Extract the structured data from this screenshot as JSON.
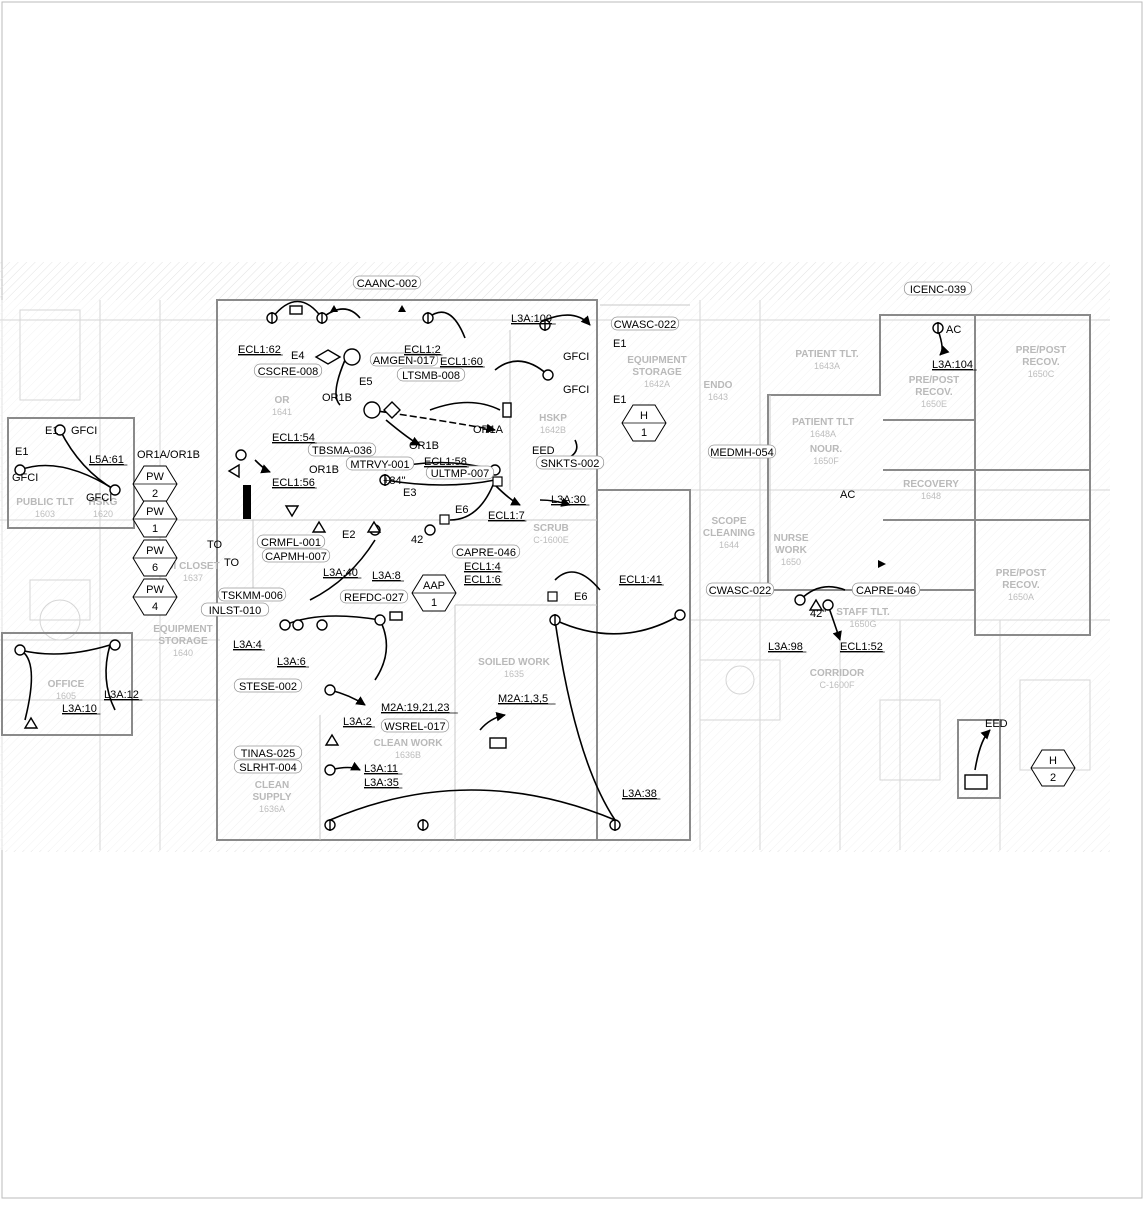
{
  "rooms": [
    {
      "name": "PUBLIC TLT",
      "num": "1603"
    },
    {
      "name": "HSKG",
      "num": "1620"
    },
    {
      "name": "OR",
      "num": "1641"
    },
    {
      "name": "EQUIPMENT\nSTORAGE",
      "num": "1642A"
    },
    {
      "name": "ENDO",
      "num": "1643"
    },
    {
      "name": "PATIENT TLT.",
      "num": "1643A"
    },
    {
      "name": "HSKP",
      "num": "1642B"
    },
    {
      "name": "PATIENT TLT",
      "num": "1648A"
    },
    {
      "name": "NOUR.",
      "num": "1650F"
    },
    {
      "name": "PRE/POST\nRECOV.",
      "num": "1650C"
    },
    {
      "name": "PRE/POST\nRECOV.",
      "num": "1650E"
    },
    {
      "name": "RECOVERY",
      "num": "1648"
    },
    {
      "name": "SCRUB",
      "num": "C-1600E"
    },
    {
      "name": "SCOPE\nCLEANING",
      "num": "1644"
    },
    {
      "name": "NURSE\nWORK",
      "num": "1650"
    },
    {
      "name": "PRE/POST\nRECOV.",
      "num": "1650A"
    },
    {
      "name": "DI CLOSET",
      "num": "1637"
    },
    {
      "name": "STAFF TLT.",
      "num": "1650G"
    },
    {
      "name": "EQUIPMENT\nSTORAGE",
      "num": "1640"
    },
    {
      "name": "SOILED WORK",
      "num": "1635"
    },
    {
      "name": "OFFICE",
      "num": "1605"
    },
    {
      "name": "CORRIDOR",
      "num": "C-1600F"
    },
    {
      "name": "CLEAN WORK",
      "num": "1636B"
    },
    {
      "name": "CLEAN\nSUPPLY",
      "num": "1636A"
    }
  ],
  "equipment_tags": [
    "CAANC-002",
    "ICENC-039",
    "CWASC-022",
    "AMGEN-017",
    "LTSMB-008",
    "CSCRE-008",
    "TBSMA-036",
    "MTRVY-001",
    "ULTMP-007",
    "SNKTS-002",
    "MEDMH-054",
    "CRMFL-001",
    "CAPMH-007",
    "CAPRE-046",
    "CWASC-022",
    "CAPRE-046",
    "TSKMM-006",
    "REFDC-027",
    "INLST-010",
    "STESE-002",
    "WSREL-017",
    "TINAS-025",
    "SLRHT-004"
  ],
  "circuits": [
    "L3A:100",
    "ECL1:62",
    "ECL1:2",
    "ECL1:60",
    "L3A:104",
    "L5A:61",
    "ECL1:54",
    "ECL1:58",
    "ECL1:56",
    "L3A:30",
    "ECL1:7",
    "ECL1:4",
    "ECL1:6",
    "L3A:40",
    "L3A:8",
    "ECL1:41",
    "L3A:4",
    "L3A:6",
    "L3A:98",
    "ECL1:52",
    "L3A:12",
    "L3A:10",
    "M2A:19,21,23",
    "M2A:1,3,5",
    "L3A:2",
    "L3A:11",
    "L3A:35",
    "L3A:38"
  ],
  "device_labels": [
    "E1",
    "E1",
    "E4",
    "E5",
    "E1",
    "E1",
    "E2",
    "E3",
    "E6",
    "E6",
    "GFCI",
    "GFCI",
    "GFCI",
    "GFCI",
    "GFCI",
    "AC",
    "AC",
    "EED",
    "EED",
    "OR1B",
    "OR1B",
    "OR1B",
    "OR1A",
    "OR1A/OR1B",
    "TO",
    "TO",
    "+84\"",
    "42",
    "42\""
  ],
  "panels": [
    {
      "code": "PW",
      "num": "2"
    },
    {
      "code": "PW",
      "num": "1"
    },
    {
      "code": "PW",
      "num": "6"
    },
    {
      "code": "PW",
      "num": "4"
    },
    {
      "code": "AAP",
      "num": "1"
    },
    {
      "code": "H",
      "num": "1"
    },
    {
      "code": "H",
      "num": "2"
    }
  ]
}
